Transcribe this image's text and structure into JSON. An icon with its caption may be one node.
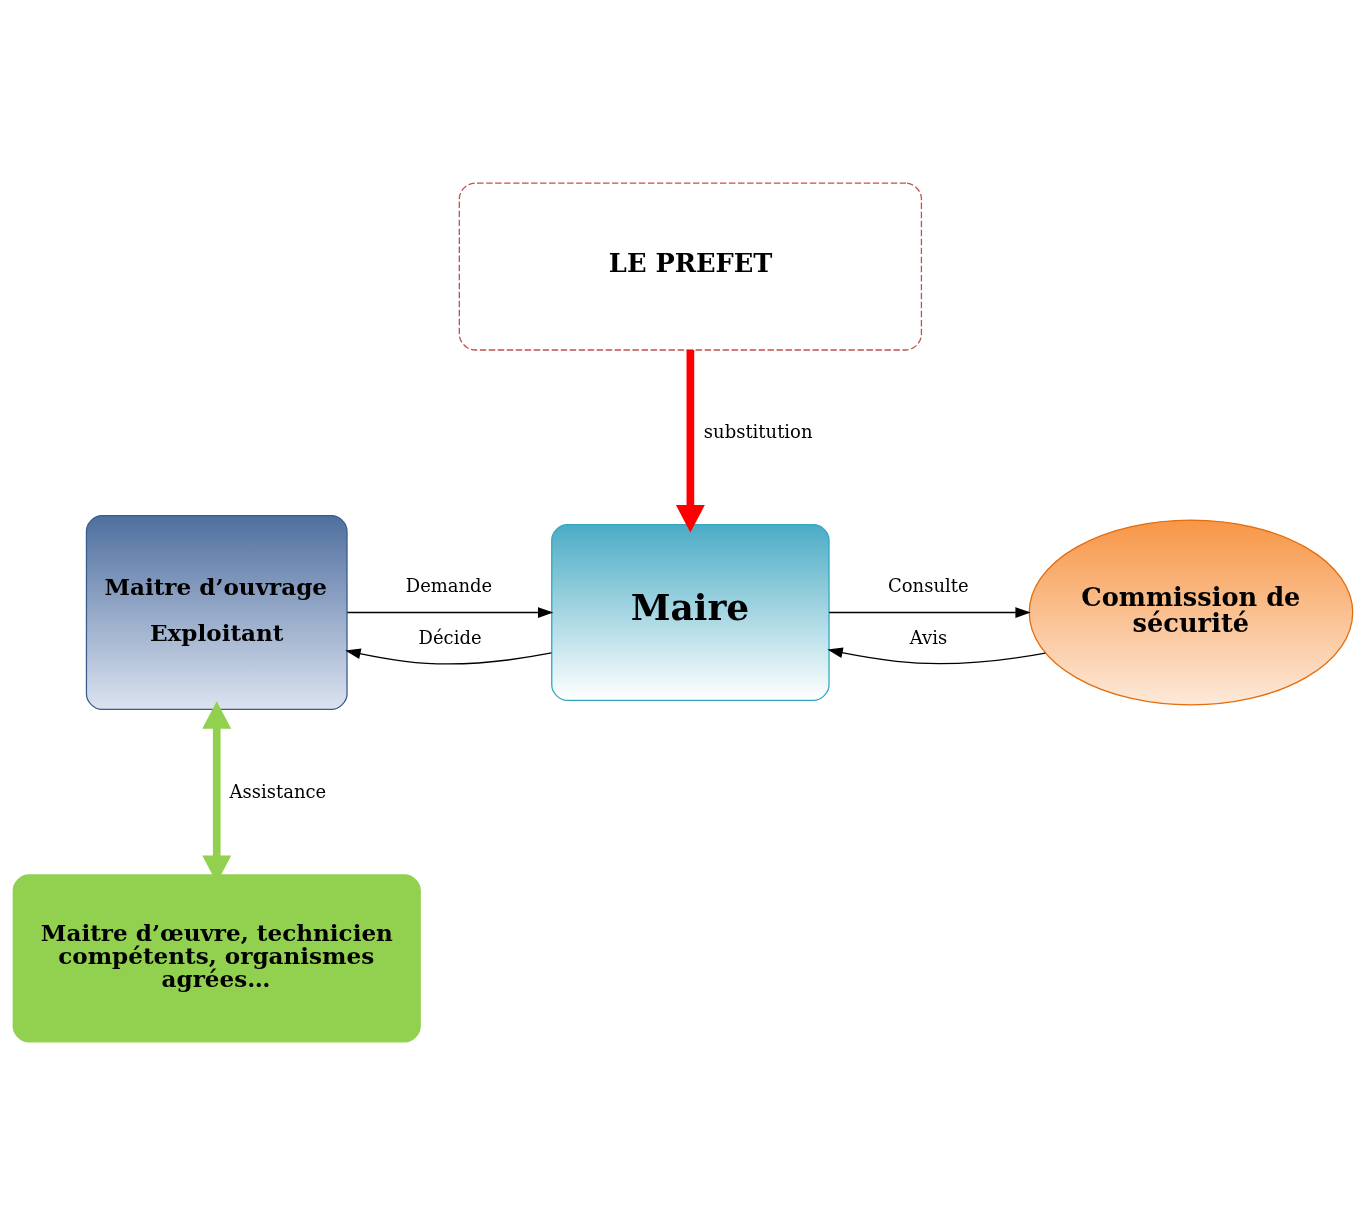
{
  "diagram": {
    "nodes": [
      {
        "text": [
          "LE PREFET"
        ]
      },
      {
        "text": [
          "Maitre d’ouvrage",
          "Exploitant"
        ]
      },
      {
        "text": [
          "Maire"
        ]
      },
      {
        "text": [
          "Commission de sécurité"
        ]
      },
      {
        "text": [
          "Maitre d’œuvre, technicien compétents, organismes agrées…"
        ]
      }
    ],
    "edges": [
      {
        "from": 0,
        "to": 2,
        "arrow": "to",
        "label": "substitution",
        "style": "thick",
        "color": "#ff0000"
      },
      {
        "from": 1,
        "to": 2,
        "arrow": "to",
        "label": "Demande"
      },
      {
        "from": 2,
        "to": 3,
        "arrow": "to",
        "label": "Consulte"
      },
      {
        "from": 3,
        "to": 2,
        "arrow": "to",
        "label": "Avis"
      },
      {
        "from": 2,
        "to": 1,
        "arrow": "to",
        "label": "Décide"
      },
      {
        "from": 1,
        "to": 4,
        "arrow": "both",
        "label": "Assistance",
        "style": "thick",
        "color": "#92d050"
      }
    ]
  }
}
